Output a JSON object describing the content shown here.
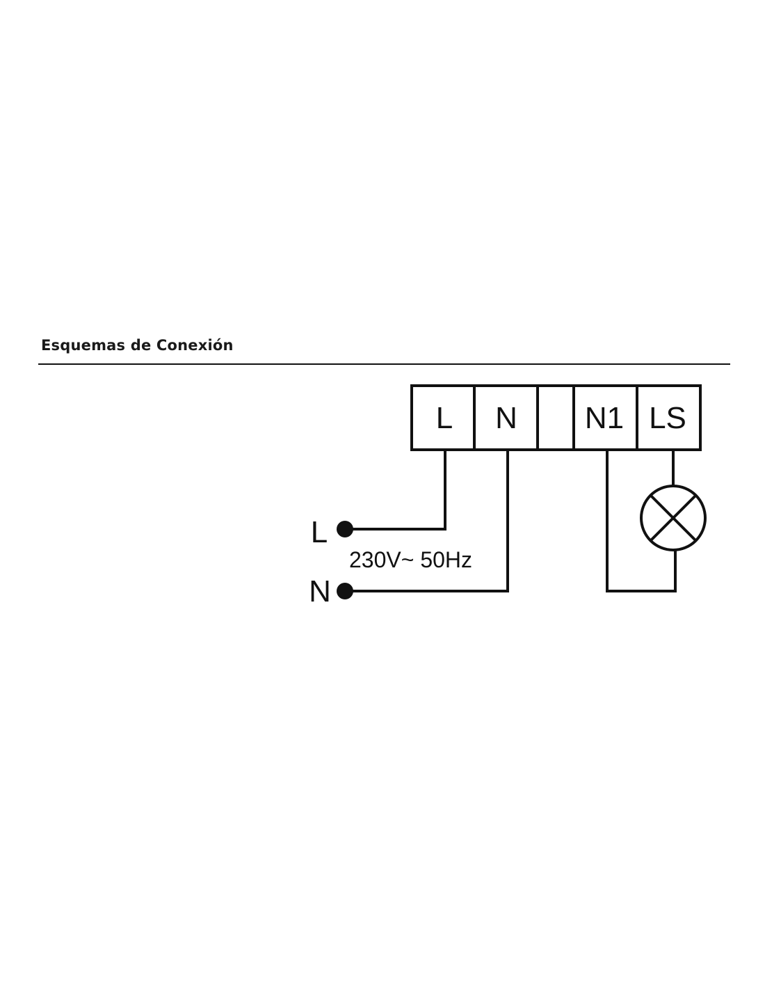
{
  "title": "Esquemas de Conexión",
  "diagram": {
    "terminals": [
      {
        "label": "L"
      },
      {
        "label": "N"
      },
      {
        "label": ""
      },
      {
        "label": "N1"
      },
      {
        "label": "LS"
      }
    ],
    "supply": {
      "line_label": "L",
      "neutral_label": "N",
      "rating": "230V~ 50Hz"
    },
    "load": {
      "icon": "lamp-icon"
    }
  }
}
